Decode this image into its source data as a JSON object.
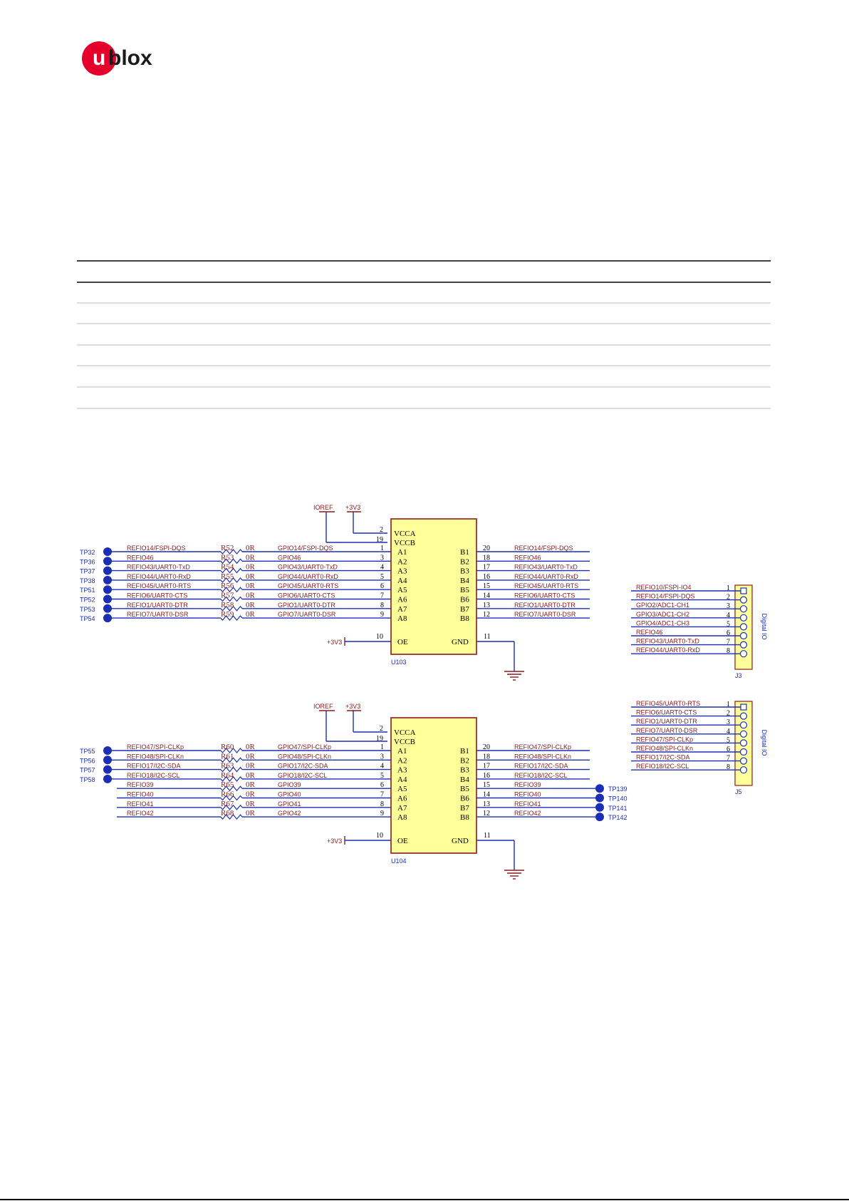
{
  "brand": {
    "logo_text": "ublox"
  },
  "colors": {
    "wire": "#1c2fb4",
    "net_label": "#8b1a1a",
    "part_fill": "#ffff99",
    "part_stroke": "#8b1a1a",
    "testpoint": "#1c2fb4",
    "pin_number": "#000000"
  },
  "u103": {
    "ref": "U103",
    "power_labels": {
      "ioref": "IOREF",
      "v3_top": "+3V3",
      "v3_oe": "+3V3"
    },
    "pins": {
      "vcca": "VCCA",
      "vccb": "VCCB",
      "oe": "OE",
      "gnd": "GND",
      "vcca_num": "2",
      "vccb_num": "19",
      "oe_num": "10",
      "gnd_num": "11"
    },
    "rows": [
      {
        "tp": "TP32",
        "left_net": "REFIO14/FSPI-DQS",
        "res": "R52",
        "val": "0R",
        "mid_net": "GPIO14/FSPI-DQS",
        "a_num": "1",
        "a": "A1",
        "b": "B1",
        "b_num": "20",
        "right_net": "REFIO14/FSPI-DQS"
      },
      {
        "tp": "TP36",
        "left_net": "REFIO46",
        "res": "R53",
        "val": "0R",
        "mid_net": "GPIO46",
        "a_num": "3",
        "a": "A2",
        "b": "B2",
        "b_num": "18",
        "right_net": "REFIO46"
      },
      {
        "tp": "TP37",
        "left_net": "REFIO43/UART0-TxD",
        "res": "R54",
        "val": "0R",
        "mid_net": "GPIO43/UART0-TxD",
        "a_num": "4",
        "a": "A3",
        "b": "B3",
        "b_num": "17",
        "right_net": "REFIO43/UART0-TxD"
      },
      {
        "tp": "TP38",
        "left_net": "REFIO44/UART0-RxD",
        "res": "R55",
        "val": "0R",
        "mid_net": "GPIO44/UART0-RxD",
        "a_num": "5",
        "a": "A4",
        "b": "B4",
        "b_num": "16",
        "right_net": "REFIO44/UART0-RxD"
      },
      {
        "tp": "TP51",
        "left_net": "REFIO45/UART0-RTS",
        "res": "R56",
        "val": "0R",
        "mid_net": "GPIO45/UART0-RTS",
        "a_num": "6",
        "a": "A5",
        "b": "B5",
        "b_num": "15",
        "right_net": "REFIO45/UART0-RTS"
      },
      {
        "tp": "TP52",
        "left_net": "REFIO6/UART0-CTS",
        "res": "R57",
        "val": "0R",
        "mid_net": "GPIO6/UART0-CTS",
        "a_num": "7",
        "a": "A6",
        "b": "B6",
        "b_num": "14",
        "right_net": "REFIO6/UART0-CTS"
      },
      {
        "tp": "TP53",
        "left_net": "REFIO1/UART0-DTR",
        "res": "R58",
        "val": "0R",
        "mid_net": "GPIO1/UART0-DTR",
        "a_num": "8",
        "a": "A7",
        "b": "B7",
        "b_num": "13",
        "right_net": "REFIO1/UART0-DTR"
      },
      {
        "tp": "TP54",
        "left_net": "REFIO7/UART0-DSR",
        "res": "R59",
        "val": "0R",
        "mid_net": "GPIO7/UART0-DSR",
        "a_num": "9",
        "a": "A8",
        "b": "B8",
        "b_num": "12",
        "right_net": "REFIO7/UART0-DSR"
      }
    ]
  },
  "u104": {
    "ref": "U104",
    "power_labels": {
      "ioref": "IOREF",
      "v3_top": "+3V3",
      "v3_oe": "+3V3"
    },
    "pins": {
      "vcca": "VCCA",
      "vccb": "VCCB",
      "oe": "OE",
      "gnd": "GND",
      "vcca_num": "2",
      "vccb_num": "19",
      "oe_num": "10",
      "gnd_num": "11"
    },
    "rows": [
      {
        "tp": "TP55",
        "left_net": "REFIO47/SPI-CLKp",
        "res": "R60",
        "val": "0R",
        "mid_net": "GPIO47/SPI-CLKp",
        "a_num": "1",
        "a": "A1",
        "b": "B1",
        "b_num": "20",
        "right_net": "REFIO47/SPI-CLKp",
        "rtp": ""
      },
      {
        "tp": "TP56",
        "left_net": "REFIO48/SPI-CLKn",
        "res": "R61",
        "val": "0R",
        "mid_net": "GPIO48/SPI-CLKn",
        "a_num": "3",
        "a": "A2",
        "b": "B2",
        "b_num": "18",
        "right_net": "REFIO48/SPI-CLKn",
        "rtp": ""
      },
      {
        "tp": "TP57",
        "left_net": "REFIO17/I2C-SDA",
        "res": "R63",
        "val": "0R",
        "mid_net": "GPIO17/I2C-SDA",
        "a_num": "4",
        "a": "A3",
        "b": "B3",
        "b_num": "17",
        "right_net": "REFIO17/I2C-SDA",
        "rtp": ""
      },
      {
        "tp": "TP58",
        "left_net": "REFIO18/I2C-SCL",
        "res": "R64",
        "val": "0R",
        "mid_net": "GPIO18/I2C-SCL",
        "a_num": "5",
        "a": "A4",
        "b": "B4",
        "b_num": "16",
        "right_net": "REFIO18/I2C-SCL",
        "rtp": ""
      },
      {
        "tp": "",
        "left_net": "REFIO39",
        "res": "R65",
        "val": "0R",
        "mid_net": "GPIO39",
        "a_num": "6",
        "a": "A5",
        "b": "B5",
        "b_num": "15",
        "right_net": "REFIO39",
        "rtp": "TP139"
      },
      {
        "tp": "",
        "left_net": "REFIO40",
        "res": "R66",
        "val": "0R",
        "mid_net": "GPIO40",
        "a_num": "7",
        "a": "A6",
        "b": "B6",
        "b_num": "14",
        "right_net": "REFIO40",
        "rtp": "TP140"
      },
      {
        "tp": "",
        "left_net": "REFIO41",
        "res": "R67",
        "val": "0R",
        "mid_net": "GPIO41",
        "a_num": "8",
        "a": "A7",
        "b": "B7",
        "b_num": "13",
        "right_net": "REFIO41",
        "rtp": "TP141"
      },
      {
        "tp": "",
        "left_net": "REFIO42",
        "res": "R68",
        "val": "0R",
        "mid_net": "GPIO42",
        "a_num": "9",
        "a": "A8",
        "b": "B8",
        "b_num": "12",
        "right_net": "REFIO42",
        "rtp": "TP142"
      }
    ]
  },
  "j3": {
    "ref": "J3",
    "title": "Digital IO",
    "pins": [
      {
        "net": "REFIO10/FSPI-IO4",
        "num": "1"
      },
      {
        "net": "REFIO14/FSPI-DQS",
        "num": "2"
      },
      {
        "net": "GPIO2/ADC1-CH1",
        "num": "3"
      },
      {
        "net": "GPIO3/ADC1-CH2",
        "num": "4"
      },
      {
        "net": "GPIO4/ADC1-CH3",
        "num": "5"
      },
      {
        "net": "REFIO46",
        "num": "6"
      },
      {
        "net": "REFIO43/UART0-TxD",
        "num": "7"
      },
      {
        "net": "REFIO44/UART0-RxD",
        "num": "8"
      }
    ]
  },
  "j5": {
    "ref": "J5",
    "title": "Digital IO",
    "pins": [
      {
        "net": "REFIO45/UART0-RTS",
        "num": "1"
      },
      {
        "net": "REFIO6/UART0-CTS",
        "num": "2"
      },
      {
        "net": "REFIO1/UART0-DTR",
        "num": "3"
      },
      {
        "net": "REFIO7/UART0-DSR",
        "num": "4"
      },
      {
        "net": "REFIO47/SPI-CLKp",
        "num": "5"
      },
      {
        "net": "REFIO48/SPI-CLKn",
        "num": "6"
      },
      {
        "net": "REFIO17/I2C-SDA",
        "num": "7"
      },
      {
        "net": "REFIO18/I2C-SCL",
        "num": "8"
      }
    ]
  }
}
